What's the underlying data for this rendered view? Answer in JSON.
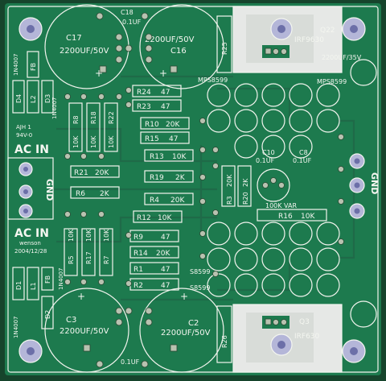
{
  "board": {
    "colors": {
      "board": "#1d7a4e",
      "board_dark": "#166a42",
      "silk": "#f2f4ee",
      "pad": "#b8c2b0",
      "mount": "#b4b6d8",
      "copper_plane": "#e4e6e4"
    },
    "labels": {
      "c17": "C17",
      "c17_val": "2200UF/50V",
      "c16": "C16",
      "c16_val": "2200UF/50V",
      "c3": "C3",
      "c3_val": "2200UF/50V",
      "c2": "C2",
      "c2_val": "2200UF/50V",
      "c18": "C18",
      "c18_val": "0.1UF",
      "c_bottom_val": "0.1UF",
      "q22": "Q22",
      "q22_part": "IRF9630",
      "q3": "Q3",
      "q3_part": "IRF630",
      "d4": "D4",
      "d3": "D3",
      "d1": "D1",
      "d2": "D2",
      "l2": "L2",
      "l1": "L1",
      "fb_top": "FB",
      "fb_bottom": "FB",
      "n4007_top": "1N4007",
      "n4007_top2": "1N4007",
      "n4007_bot": "1N4007",
      "n4007_bot2": "1N4007",
      "ajh": "AJH 1",
      "v0": "94V-0",
      "ac_in_top": "AC IN",
      "ac_in_bottom": "AC IN",
      "gnd_left": "GND",
      "gnd_right": "GND",
      "wenson": "wenson",
      "date": "2004/12/28",
      "r8": "R8",
      "r18": "R18",
      "r22": "R22",
      "r8v": "10K",
      "r18v": "10K",
      "r22v": "10K",
      "r24": "R24",
      "r24v": "47",
      "r23": "R23",
      "r23v": "47",
      "r10": "R10",
      "r10v": "20K",
      "r15": "R15",
      "r15v": "47",
      "r13": "R13",
      "r13v": "10K",
      "r19": "R19",
      "r19v": "2K",
      "r4": "R4",
      "r4v": "20K",
      "r12": "R12",
      "r12v": "10K",
      "r21": "R21",
      "r21v": "20K",
      "r6": "R6",
      "r6v": "2K",
      "r5": "R5",
      "r17": "R17",
      "r7": "R7",
      "r5v": "10K",
      "r17v": "10K",
      "r7v": "10K",
      "r9": "R9",
      "r9v": "47",
      "r14": "R14",
      "r14v": "20K",
      "r1": "R1",
      "r1v": "47",
      "r2": "R2",
      "r2v": "47",
      "r3": "R3",
      "r3v": "20K",
      "r20": "R20",
      "r20v": "2K",
      "r16": "R16",
      "r16v": "10K",
      "r25": "R25",
      "r26": "R26",
      "vr": "100K VAR",
      "mps_a": "MPS8599",
      "mps_b": "MPS8599",
      "mps_c": "S8599",
      "mps_d": "S8599",
      "right_val": "2200UF/35V",
      "c10": "C10",
      "c8": "C8",
      "cap_small": "0.1UF",
      "cap_small2": "0.1UF"
    }
  }
}
